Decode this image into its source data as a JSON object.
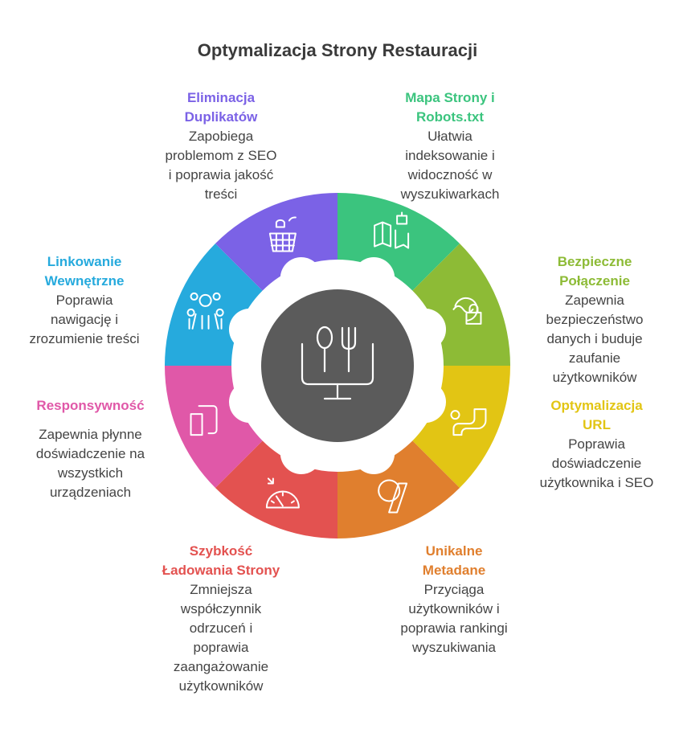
{
  "title": "Optymalizacja Strony Restauracji",
  "center_icon": "monitor-fork-knife-icon",
  "segments": [
    {
      "key": "sitemap",
      "title": "Mapa Strony i\nRobots.txt",
      "desc": "Ułatwia\nindeksowanie i\nwidoczność w\nwyszukiwarkach",
      "color": "#3bc47e",
      "icon": "map-robot-icon"
    },
    {
      "key": "ssl",
      "title": "Bezpieczne\nPołączenie",
      "desc": "Zapewnia\nbezpieczeństwo\ndanych i buduje\nzaufanie\nużytkowników",
      "color": "#8dbb36",
      "icon": "lock-icon"
    },
    {
      "key": "url",
      "title": "Optymalizacja\nURL",
      "desc": "Poprawia\ndoświadczenie\nużytkownika i SEO",
      "color": "#e2c514",
      "icon": "path-icon"
    },
    {
      "key": "meta",
      "title": "Unikalne\nMetadane",
      "desc": "Przyciąga\nużytkowników i\npoprawia rankingi\nwyszukiwania",
      "color": "#e07f2e",
      "icon": "tag-icon"
    },
    {
      "key": "speed",
      "title": "Szybkość\nŁadowania Strony",
      "desc": "Zmniejsza\nwspółczynnik\nodrzuceń i\npoprawia\nzaangażowanie\nużytkowników",
      "color": "#e35250",
      "icon": "speedometer-icon"
    },
    {
      "key": "responsive",
      "title": "Responsywność",
      "desc": "Zapewnia płynne\ndoświadczenie na\nwszystkich\nurządzeniach",
      "color": "#e058a8",
      "icon": "devices-icon"
    },
    {
      "key": "links",
      "title": "Linkowanie\nWewnętrzne",
      "desc": "Poprawia\nnawigację i\nzrozumienie treści",
      "color": "#26aadd",
      "icon": "network-icon"
    },
    {
      "key": "dupes",
      "title": "Eliminacja\nDuplikatów",
      "desc": "Zapobiega\nproblemom z SEO\ni poprawia jakość\ntreści",
      "color": "#7b62e6",
      "icon": "trash-icon"
    }
  ]
}
